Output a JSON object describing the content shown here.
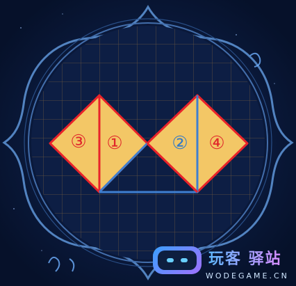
{
  "colors": {
    "background": "#0b1a3a",
    "frame": "#5a8fd0",
    "grid": "#c58a3a",
    "piece_fill": "#f3c766",
    "piece_edge_red": "#e8232a",
    "piece_edge_blue": "#3f7fd0",
    "label_red": "#e0262b",
    "label_blue": "#2f78c8"
  },
  "pieces": [
    {
      "id": "piece-3",
      "label": "③",
      "label_color": "#e0262b",
      "edge": "red"
    },
    {
      "id": "piece-1",
      "label": "①",
      "label_color": "#e0262b",
      "edge": "red"
    },
    {
      "id": "piece-2",
      "label": "②",
      "label_color": "#2f78c8",
      "edge": "red"
    },
    {
      "id": "piece-4",
      "label": "④",
      "label_color": "#e0262b",
      "edge": "red"
    }
  ],
  "watermark": {
    "title": "玩客 驿站",
    "url": "WODEGAME.CN",
    "icon": "robot-face-icon"
  }
}
